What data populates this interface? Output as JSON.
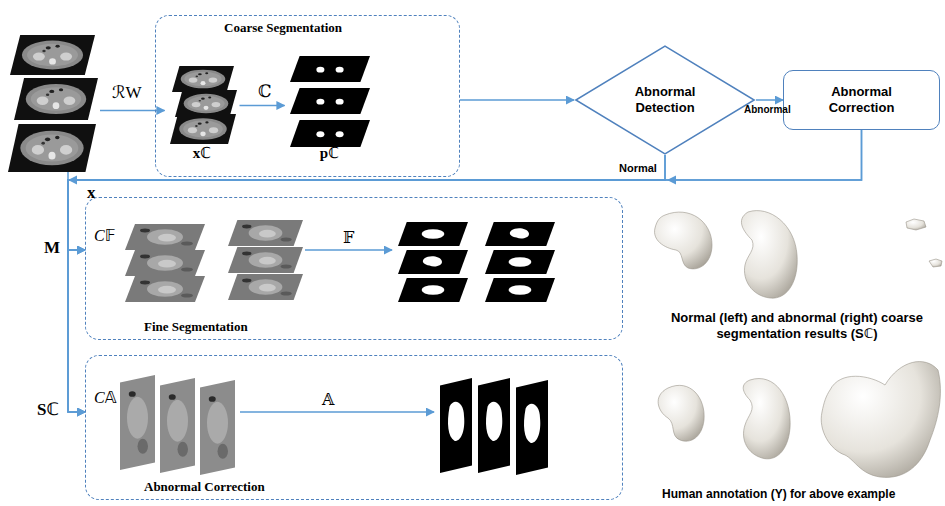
{
  "diagram": {
    "nodes": [
      {
        "text": [
          "x"
        ]
      },
      {
        "text": [
          "Coarse Segmentation"
        ]
      },
      {
        "text": [
          "xℂ"
        ],
        "in": 1
      },
      {
        "text": [
          "pℂ"
        ],
        "in": 1
      },
      {
        "text": [
          "Abnormal Detection"
        ]
      },
      {
        "text": [
          "Abnormal Correction"
        ]
      },
      {
        "text": [
          "Fine Segmentation"
        ]
      },
      {
        "text": [
          "Abnormal Correction"
        ]
      }
    ],
    "edges": [
      {
        "from": 0,
        "to": 2,
        "arrow": "to",
        "label": "ℛW"
      },
      {
        "from": 2,
        "to": 3,
        "arrow": "to",
        "label": "ℂ"
      },
      {
        "from": 1,
        "to": 4,
        "arrow": "to"
      },
      {
        "from": 4,
        "to": 5,
        "arrow": "to",
        "label": "Abnormal"
      },
      {
        "from": 4,
        "to": 6,
        "arrow": "to",
        "label": "Normal"
      },
      {
        "from": 4,
        "to": 7,
        "arrow": "to"
      },
      {
        "from": 5,
        "to": 6,
        "arrow": "to"
      },
      {
        "from": 5,
        "to": 7,
        "arrow": "to"
      },
      {
        "from": 0,
        "to": 6,
        "arrow": "to",
        "label": "M"
      },
      {
        "from": 0,
        "to": 7,
        "arrow": "to",
        "label": "Sℂ"
      }
    ],
    "labels": [
      "C𝔽",
      "𝔽",
      "C𝔸",
      "𝔸",
      "Normal (left) and abnormal (right) coarse segmentation results (Sℂ)",
      "Human annotation (Y) for above example"
    ]
  }
}
